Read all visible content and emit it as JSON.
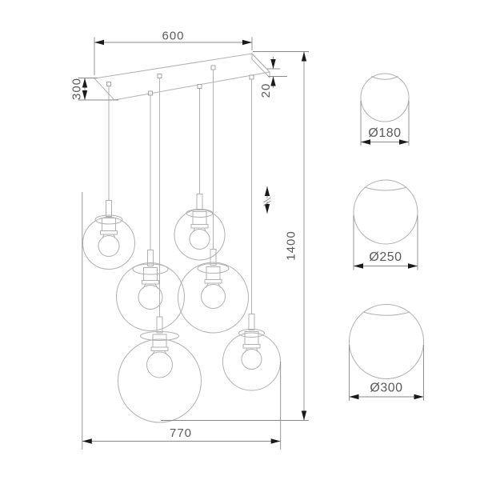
{
  "drawing": {
    "dimensions": {
      "canopy_length": "600",
      "canopy_depth": "300",
      "canopy_thickness": "20",
      "total_height": "1400",
      "fixture_width": "770"
    },
    "shades": [
      {
        "diameter_label": "Ø180"
      },
      {
        "diameter_label": "Ø250"
      },
      {
        "diameter_label": "Ø300"
      }
    ],
    "colors": {
      "outline": "#b1b1b1",
      "dimension_line": "#8a8a8a",
      "arrowhead": "#1b1b1b",
      "text": "#5a5a5a",
      "background": "#ffffff"
    }
  }
}
